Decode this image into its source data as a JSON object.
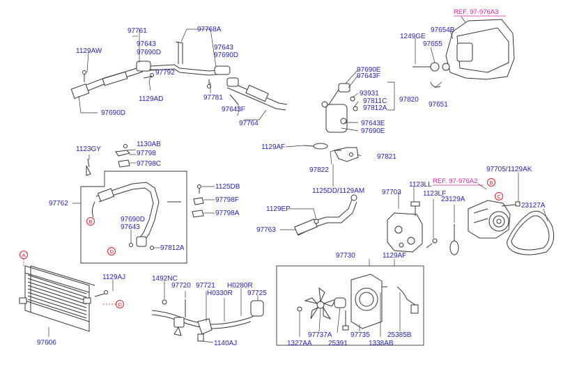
{
  "colors": {
    "label": "#2222c0",
    "reference": "#d41f9e",
    "marker": "#e0202a",
    "line": "#333333",
    "background": "#ffffff"
  },
  "labels": {
    "p97761": "97761",
    "p97768A": "97768A",
    "p1129AW": "1129AW",
    "p97643_a": "97643",
    "p97690D_a": "97690D",
    "p97643_b": "97643",
    "p97690D_b": "97690D",
    "p97792": "97792",
    "p1129AD": "1129AD",
    "p97781": "97781",
    "p97643F_a": "97643F",
    "p97764": "97764",
    "p97690D_c": "97690D",
    "p1249GE": "1249GE",
    "p97654B": "97654B",
    "p97655": "97655",
    "p97651": "97651",
    "p97690E_a": "97690E",
    "p97643F_b": "97643F",
    "p93931": "93931",
    "p97811C": "97811C",
    "p97812A_a": "97812A",
    "p97820": "97820",
    "p97643E": "97643E",
    "p97690E_b": "97690E",
    "p1123GY": "1123GY",
    "p1130AB": "1130AB",
    "p97798": "97798",
    "p97798C": "97798C",
    "p1129AF_a": "1129AF",
    "p97821": "97821",
    "p97822": "97822",
    "p1125DD_1129AM": "1125DD/1129AM",
    "p97762": "97762",
    "p1125DB": "1125DB",
    "p97798F": "97798F",
    "p97798A": "97798A",
    "p97690D_d": "97690D",
    "p97643_c": "97643",
    "p97812A_b": "97812A",
    "p1129EP": "1129EP",
    "p97763": "97763",
    "p97705_1129AK": "97705/1129AK",
    "p97703": "97703",
    "p1123LL": "1123LL",
    "p1123LF": "1123LF",
    "p23129A": "23129A",
    "p23127A": "23127A",
    "p1129AF_b": "1129AF",
    "p97730": "97730",
    "p1129AJ": "1129AJ",
    "p97606": "97606",
    "p1492NC": "1492NC",
    "p97720": "97720",
    "p97721": "97721",
    "pH0280R": "H0280R",
    "pH0330R": "H0330R",
    "p97725": "97725",
    "p1140AJ": "1140AJ",
    "p97737A": "97737A",
    "p1327AA": "1327AA",
    "p25391": "25391",
    "p97735": "97735",
    "p1338AB": "1338AB",
    "p25385B": "25385B"
  },
  "references": {
    "ref_a3": "REF. 97-976A3",
    "ref_a2": "REF. 97-976A2"
  },
  "markers": {
    "a1": "A",
    "b1": "B",
    "b2": "B",
    "c1": "C",
    "d1": "D",
    "d2": "D"
  }
}
